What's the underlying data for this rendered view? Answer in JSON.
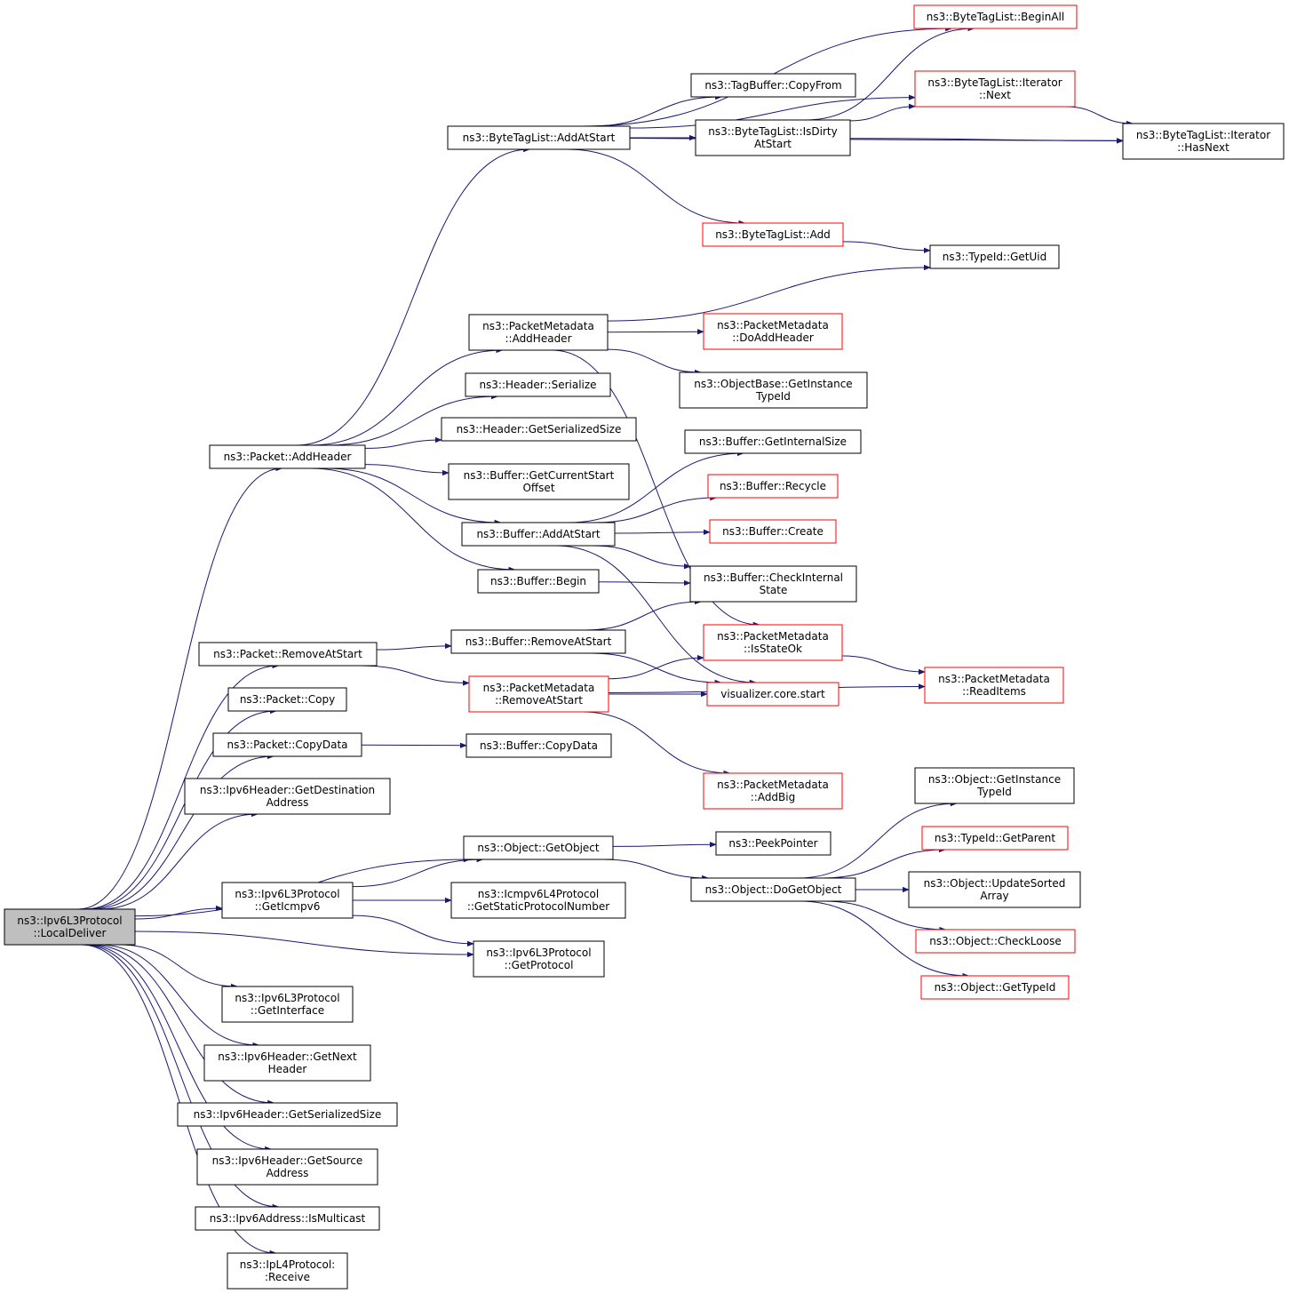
{
  "colors": {
    "edge": "#191970",
    "border_normal": "#000000",
    "border_red": "#ff0000",
    "root_fill": "#bfbfbf",
    "node_fill": "#ffffff"
  },
  "nodes": [
    {
      "id": "root",
      "lines": [
        "ns3::Ipv6L3Protocol",
        "::LocalDeliver"
      ],
      "style": "root"
    },
    {
      "id": "addheader",
      "lines": [
        "ns3::Packet::AddHeader"
      ],
      "style": "normal"
    },
    {
      "id": "removeatstart",
      "lines": [
        "ns3::Packet::RemoveAtStart"
      ],
      "style": "normal"
    },
    {
      "id": "pcopy",
      "lines": [
        "ns3::Packet::Copy"
      ],
      "style": "normal"
    },
    {
      "id": "pcopydata",
      "lines": [
        "ns3::Packet::CopyData"
      ],
      "style": "normal"
    },
    {
      "id": "getdest",
      "lines": [
        "ns3::Ipv6Header::GetDestination",
        "Address"
      ],
      "style": "normal"
    },
    {
      "id": "geticmpv6",
      "lines": [
        "ns3::Ipv6L3Protocol",
        "::GetIcmpv6"
      ],
      "style": "normal"
    },
    {
      "id": "getinterface",
      "lines": [
        "ns3::Ipv6L3Protocol",
        "::GetInterface"
      ],
      "style": "normal"
    },
    {
      "id": "getnext",
      "lines": [
        "ns3::Ipv6Header::GetNext",
        "Header"
      ],
      "style": "normal"
    },
    {
      "id": "v6sersize",
      "lines": [
        "ns3::Ipv6Header::GetSerializedSize"
      ],
      "style": "normal"
    },
    {
      "id": "getsource",
      "lines": [
        "ns3::Ipv6Header::GetSource",
        "Address"
      ],
      "style": "normal"
    },
    {
      "id": "ismulticast",
      "lines": [
        "ns3::Ipv6Address::IsMulticast"
      ],
      "style": "normal"
    },
    {
      "id": "receive",
      "lines": [
        "ns3::IpL4Protocol:",
        ":Receive"
      ],
      "style": "normal"
    },
    {
      "id": "btl_addatstart",
      "lines": [
        "ns3::ByteTagList::AddAtStart"
      ],
      "style": "normal"
    },
    {
      "id": "pm_addheader",
      "lines": [
        "ns3::PacketMetadata",
        "::AddHeader"
      ],
      "style": "normal"
    },
    {
      "id": "h_serialize",
      "lines": [
        "ns3::Header::Serialize"
      ],
      "style": "normal"
    },
    {
      "id": "h_getsersize",
      "lines": [
        "ns3::Header::GetSerializedSize"
      ],
      "style": "normal"
    },
    {
      "id": "b_getcurstart",
      "lines": [
        "ns3::Buffer::GetCurrentStart",
        "Offset"
      ],
      "style": "normal"
    },
    {
      "id": "b_addatstart",
      "lines": [
        "ns3::Buffer::AddAtStart"
      ],
      "style": "normal"
    },
    {
      "id": "b_begin",
      "lines": [
        "ns3::Buffer::Begin"
      ],
      "style": "normal"
    },
    {
      "id": "b_removeatstart",
      "lines": [
        "ns3::Buffer::RemoveAtStart"
      ],
      "style": "normal"
    },
    {
      "id": "pm_removeatstart",
      "lines": [
        "ns3::PacketMetadata",
        "::RemoveAtStart"
      ],
      "style": "red"
    },
    {
      "id": "b_copydata",
      "lines": [
        "ns3::Buffer::CopyData"
      ],
      "style": "normal"
    },
    {
      "id": "o_getobject",
      "lines": [
        "ns3::Object::GetObject"
      ],
      "style": "normal"
    },
    {
      "id": "icmp_getstatic",
      "lines": [
        "ns3::Icmpv6L4Protocol",
        "::GetStaticProtocolNumber"
      ],
      "style": "normal"
    },
    {
      "id": "getprotocol",
      "lines": [
        "ns3::Ipv6L3Protocol",
        "::GetProtocol"
      ],
      "style": "normal"
    },
    {
      "id": "tb_copyfrom",
      "lines": [
        "ns3::TagBuffer::CopyFrom"
      ],
      "style": "normal"
    },
    {
      "id": "btl_isdirty",
      "lines": [
        "ns3::ByteTagList::IsDirty",
        "AtStart"
      ],
      "style": "normal"
    },
    {
      "id": "btl_add",
      "lines": [
        "ns3::ByteTagList::Add"
      ],
      "style": "red"
    },
    {
      "id": "pm_doaddheader",
      "lines": [
        "ns3::PacketMetadata",
        "::DoAddHeader"
      ],
      "style": "red"
    },
    {
      "id": "ob_getinstance",
      "lines": [
        "ns3::ObjectBase::GetInstance",
        "TypeId"
      ],
      "style": "normal"
    },
    {
      "id": "b_getinternalsize",
      "lines": [
        "ns3::Buffer::GetInternalSize"
      ],
      "style": "normal"
    },
    {
      "id": "b_recycle",
      "lines": [
        "ns3::Buffer::Recycle"
      ],
      "style": "red"
    },
    {
      "id": "b_create",
      "lines": [
        "ns3::Buffer::Create"
      ],
      "style": "red"
    },
    {
      "id": "b_checkinternal",
      "lines": [
        "ns3::Buffer::CheckInternal",
        "State"
      ],
      "style": "normal"
    },
    {
      "id": "pm_isstateok",
      "lines": [
        "ns3::PacketMetadata",
        "::IsStateOk"
      ],
      "style": "red"
    },
    {
      "id": "viz_start",
      "lines": [
        "visualizer.core.start"
      ],
      "style": "red"
    },
    {
      "id": "pm_addbig",
      "lines": [
        "ns3::PacketMetadata",
        "::AddBig"
      ],
      "style": "red"
    },
    {
      "id": "peekpointer",
      "lines": [
        "ns3::PeekPointer"
      ],
      "style": "normal"
    },
    {
      "id": "o_dogetobject",
      "lines": [
        "ns3::Object::DoGetObject"
      ],
      "style": "normal"
    },
    {
      "id": "btl_beginall",
      "lines": [
        "ns3::ByteTagList::BeginAll"
      ],
      "style": "red"
    },
    {
      "id": "btl_it_next",
      "lines": [
        "ns3::ByteTagList::Iterator",
        "::Next"
      ],
      "style": "red"
    },
    {
      "id": "btl_it_hasnext",
      "lines": [
        "ns3::ByteTagList::Iterator",
        "::HasNext"
      ],
      "style": "normal"
    },
    {
      "id": "tid_getuid",
      "lines": [
        "ns3::TypeId::GetUid"
      ],
      "style": "normal"
    },
    {
      "id": "pm_readitems",
      "lines": [
        "ns3::PacketMetadata",
        "::ReadItems"
      ],
      "style": "red"
    },
    {
      "id": "o_getinstance",
      "lines": [
        "ns3::Object::GetInstance",
        "TypeId"
      ],
      "style": "normal"
    },
    {
      "id": "tid_getparent",
      "lines": [
        "ns3::TypeId::GetParent"
      ],
      "style": "red"
    },
    {
      "id": "o_updatesorted",
      "lines": [
        "ns3::Object::UpdateSorted",
        "Array"
      ],
      "style": "normal"
    },
    {
      "id": "o_checkloose",
      "lines": [
        "ns3::Object::CheckLoose"
      ],
      "style": "red"
    },
    {
      "id": "o_gettypeid",
      "lines": [
        "ns3::Object::GetTypeId"
      ],
      "style": "red"
    }
  ],
  "edges": [
    [
      "root",
      "addheader"
    ],
    [
      "root",
      "removeatstart"
    ],
    [
      "root",
      "pcopy"
    ],
    [
      "root",
      "pcopydata"
    ],
    [
      "root",
      "getdest"
    ],
    [
      "root",
      "o_getobject"
    ],
    [
      "root",
      "geticmpv6"
    ],
    [
      "root",
      "getprotocol"
    ],
    [
      "root",
      "getinterface"
    ],
    [
      "root",
      "getnext"
    ],
    [
      "root",
      "v6sersize"
    ],
    [
      "root",
      "getsource"
    ],
    [
      "root",
      "ismulticast"
    ],
    [
      "root",
      "receive"
    ],
    [
      "addheader",
      "btl_addatstart"
    ],
    [
      "addheader",
      "pm_addheader"
    ],
    [
      "addheader",
      "h_serialize"
    ],
    [
      "addheader",
      "h_getsersize"
    ],
    [
      "addheader",
      "b_getcurstart"
    ],
    [
      "addheader",
      "b_addatstart"
    ],
    [
      "addheader",
      "b_begin"
    ],
    [
      "removeatstart",
      "b_removeatstart"
    ],
    [
      "removeatstart",
      "pm_removeatstart"
    ],
    [
      "pcopydata",
      "b_copydata"
    ],
    [
      "geticmpv6",
      "o_getobject"
    ],
    [
      "geticmpv6",
      "icmp_getstatic"
    ],
    [
      "geticmpv6",
      "getprotocol"
    ],
    [
      "o_getobject",
      "peekpointer"
    ],
    [
      "o_getobject",
      "o_dogetobject"
    ],
    [
      "btl_addatstart",
      "btl_beginall"
    ],
    [
      "btl_addatstart",
      "btl_it_next"
    ],
    [
      "btl_addatstart",
      "tb_copyfrom"
    ],
    [
      "btl_addatstart",
      "btl_isdirty"
    ],
    [
      "btl_addatstart",
      "btl_it_hasnext"
    ],
    [
      "btl_addatstart",
      "btl_add"
    ],
    [
      "btl_isdirty",
      "btl_beginall"
    ],
    [
      "btl_isdirty",
      "btl_it_next"
    ],
    [
      "btl_isdirty",
      "btl_it_hasnext"
    ],
    [
      "btl_it_next",
      "btl_it_hasnext"
    ],
    [
      "btl_add",
      "tid_getuid"
    ],
    [
      "pm_addheader",
      "tid_getuid"
    ],
    [
      "pm_addheader",
      "pm_doaddheader"
    ],
    [
      "pm_addheader",
      "ob_getinstance"
    ],
    [
      "pm_addheader",
      "pm_isstateok"
    ],
    [
      "b_addatstart",
      "b_getinternalsize"
    ],
    [
      "b_addatstart",
      "b_recycle"
    ],
    [
      "b_addatstart",
      "b_create"
    ],
    [
      "b_addatstart",
      "b_checkinternal"
    ],
    [
      "b_addatstart",
      "viz_start"
    ],
    [
      "b_begin",
      "b_checkinternal"
    ],
    [
      "b_removeatstart",
      "b_checkinternal"
    ],
    [
      "b_removeatstart",
      "viz_start"
    ],
    [
      "pm_removeatstart",
      "pm_isstateok"
    ],
    [
      "pm_removeatstart",
      "viz_start"
    ],
    [
      "pm_removeatstart",
      "pm_readitems"
    ],
    [
      "pm_removeatstart",
      "pm_addbig"
    ],
    [
      "pm_isstateok",
      "pm_readitems"
    ],
    [
      "o_dogetobject",
      "o_getinstance"
    ],
    [
      "o_dogetobject",
      "tid_getparent"
    ],
    [
      "o_dogetobject",
      "o_updatesorted"
    ],
    [
      "o_dogetobject",
      "o_checkloose"
    ],
    [
      "o_dogetobject",
      "o_gettypeid"
    ]
  ]
}
